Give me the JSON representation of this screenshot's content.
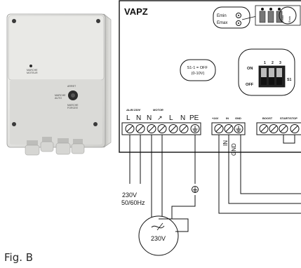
{
  "device": {
    "label_marche_moteur": "MARCHE\nMOTEUR",
    "label_arret": "ARRET",
    "label_marche_auto": "MARCHE\nAUTO",
    "label_marche_forcee": "MARCHE\nFORCEE"
  },
  "board": {
    "title": "VAPZ",
    "pot_emin": "Emin",
    "pot_emax": "Emax",
    "pot_tag_emax": "Emax",
    "pot_tag_emin": "Emin",
    "s1_note": "S1-1 = OFF\n(0-10V)",
    "dip_on": "ON",
    "dip_off": "OFF",
    "dip_numbers": [
      "1",
      "2",
      "3"
    ],
    "dip_name": "S1"
  },
  "terminals": {
    "header_alim": "ALIM 230V",
    "header_motor": "MOTOR",
    "mains": [
      "L",
      "N",
      "N",
      "↗",
      "L",
      "N",
      "PE"
    ],
    "header_24v": "+24V",
    "header_in": "IN",
    "header_gnd": "GND",
    "control_side": [
      "IN",
      "GND"
    ],
    "header_boost": "BOOST",
    "header_startstop": "START/STOP"
  },
  "wiring": {
    "supply_voltage": "230V",
    "supply_freq": "50/60Hz",
    "motor_voltage": "230V"
  },
  "caption": "Fig. B"
}
